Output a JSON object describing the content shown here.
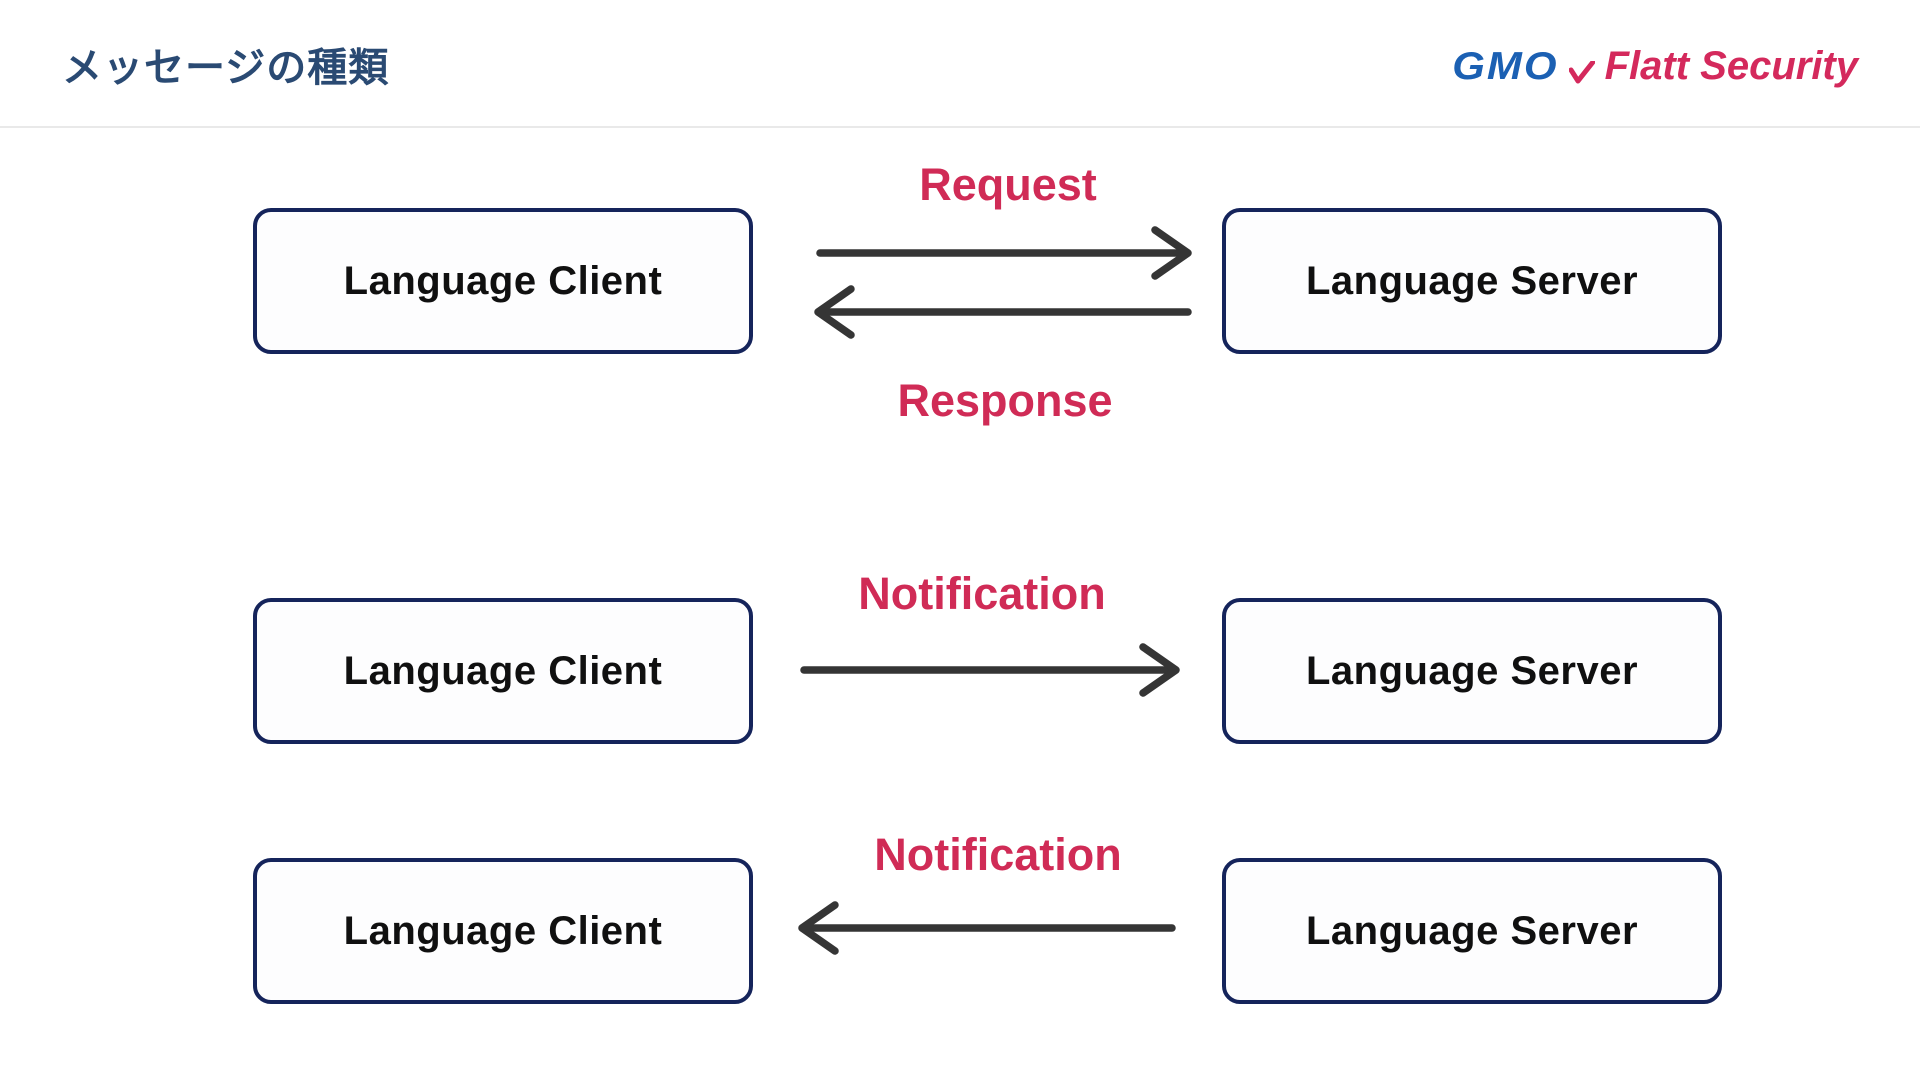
{
  "slide": {
    "title": "メッセージの種類",
    "logo": {
      "gmo": "GMO",
      "brand": "Flatt Security"
    }
  },
  "colors": {
    "title_navy": "#2a4a73",
    "accent_crimson": "#d02b56",
    "box_border_navy": "#15245b",
    "arrow_gray": "#353535",
    "logo_blue": "#1b60b3",
    "logo_red": "#d4295c",
    "divider_gray": "#e9e9e9",
    "background": "#ffffff"
  },
  "diagram": {
    "rows": [
      {
        "client": "Language Client",
        "server": "Language Server",
        "messages": [
          {
            "label": "Request",
            "direction": "client-to-server"
          },
          {
            "label": "Response",
            "direction": "server-to-client"
          }
        ]
      },
      {
        "client": "Language Client",
        "server": "Language Server",
        "messages": [
          {
            "label": "Notification",
            "direction": "client-to-server"
          }
        ]
      },
      {
        "client": "Language Client",
        "server": "Language Server",
        "messages": [
          {
            "label": "Notification",
            "direction": "server-to-client"
          }
        ]
      }
    ]
  }
}
